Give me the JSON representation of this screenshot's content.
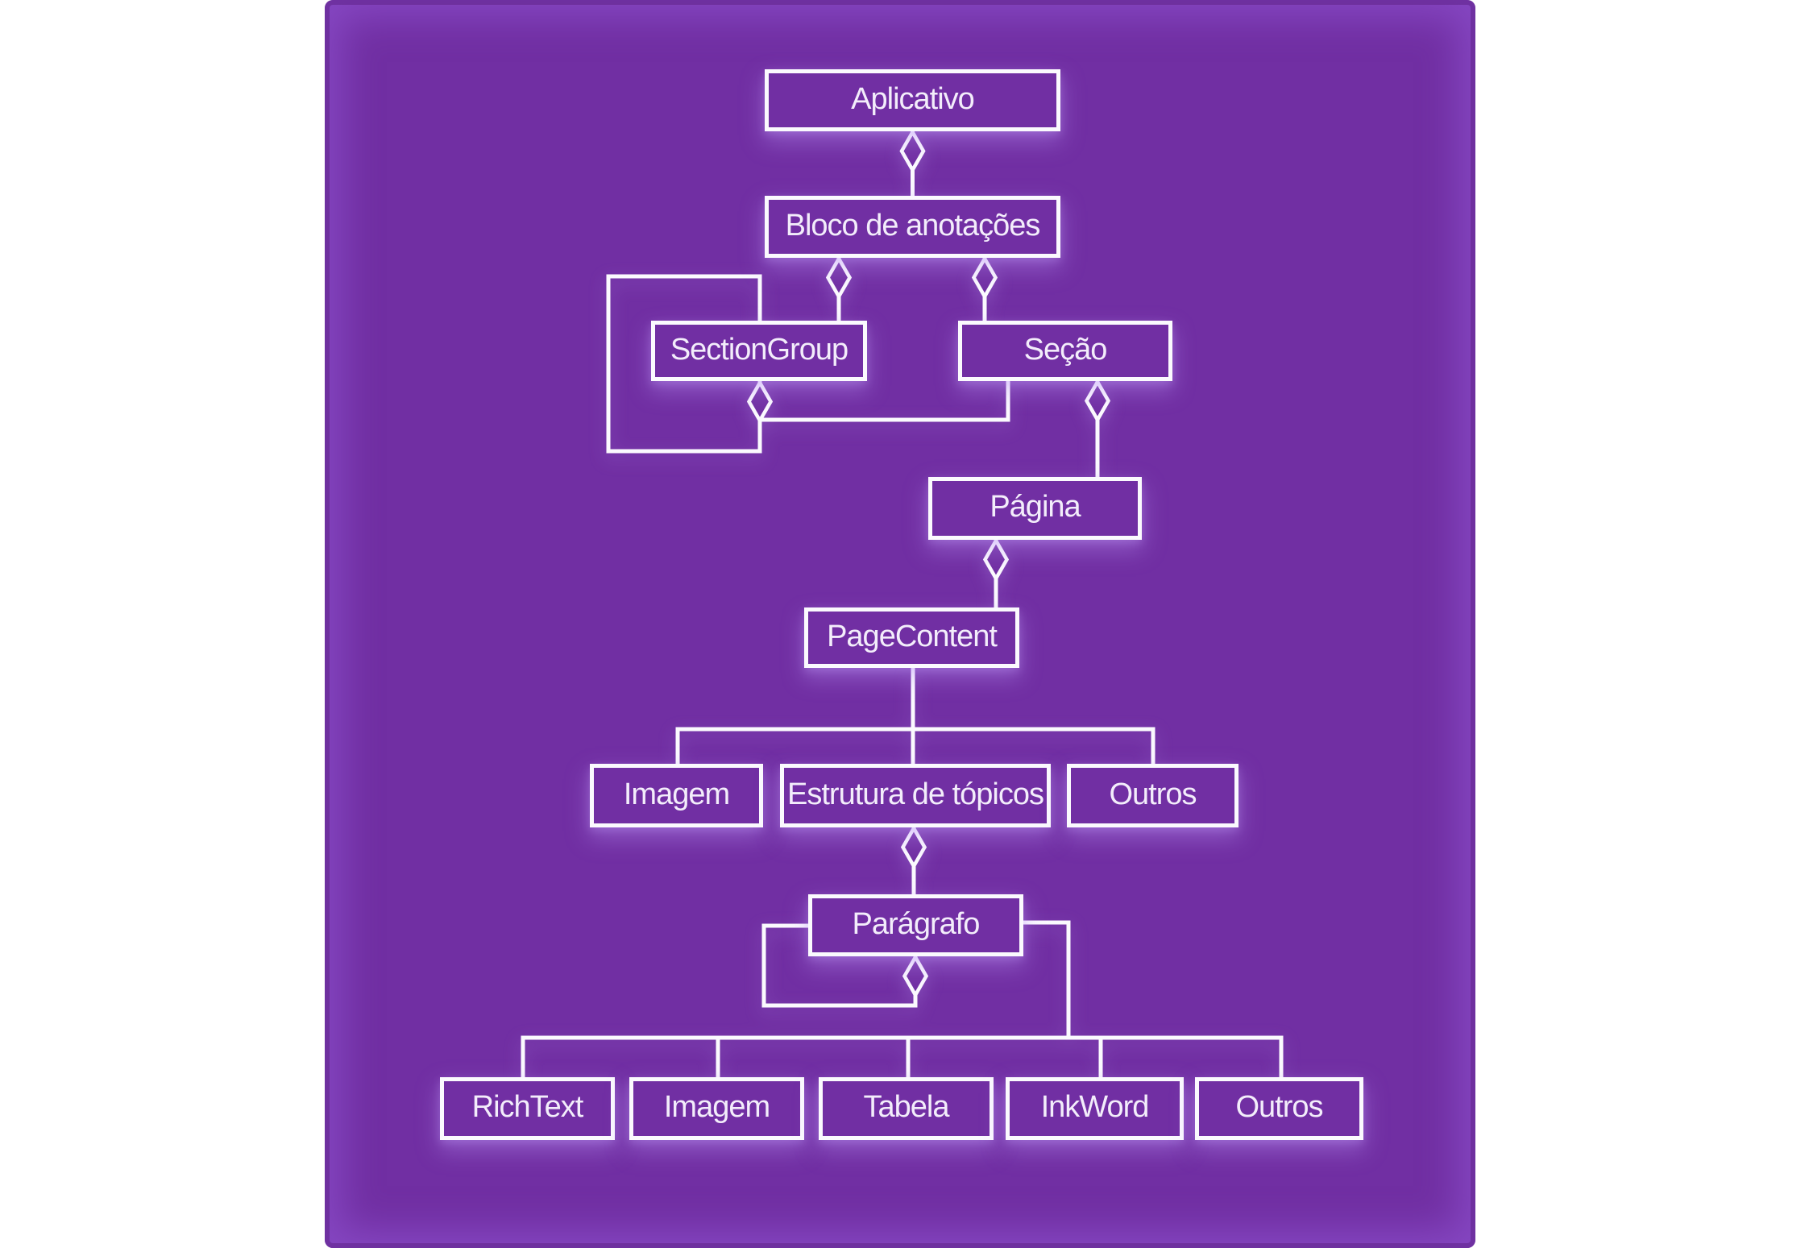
{
  "colors": {
    "page_bg": "#ffffff",
    "panel_bg": "#712fa3",
    "panel_edge": "#5e2389",
    "panel_glow": "#9a5ee0",
    "line": "#fbfafe",
    "text": "#f3edfb"
  },
  "diagram": {
    "nodes": {
      "aplicativo": "Aplicativo",
      "bloco_de_anotacoes": "Bloco de anotações",
      "sectiongroup": "SectionGroup",
      "secao": "Seção",
      "pagina": "Página",
      "pagecontent": "PageContent",
      "imagem_page": "Imagem",
      "estrutura_de_topicos": "Estrutura de tópicos",
      "outros_page": "Outros",
      "paragrafo": "Parágrafo",
      "richtext": "RichText",
      "imagem_paragrafo": "Imagem",
      "tabela": "Tabela",
      "inkword": "InkWord",
      "outros_paragrafo": "Outros"
    },
    "edges": [
      {
        "from": "Aplicativo",
        "to": "Bloco de anotações",
        "type": "aggregation"
      },
      {
        "from": "Bloco de anotações",
        "to": "SectionGroup",
        "type": "aggregation"
      },
      {
        "from": "Bloco de anotações",
        "to": "Seção",
        "type": "aggregation"
      },
      {
        "from": "SectionGroup",
        "to": "SectionGroup",
        "type": "aggregation-self"
      },
      {
        "from": "SectionGroup",
        "to": "Seção",
        "type": "aggregation"
      },
      {
        "from": "Seção",
        "to": "Página",
        "type": "aggregation"
      },
      {
        "from": "Página",
        "to": "PageContent",
        "type": "aggregation"
      },
      {
        "from": "PageContent",
        "to": "Imagem",
        "type": "branch"
      },
      {
        "from": "PageContent",
        "to": "Estrutura de tópicos",
        "type": "branch"
      },
      {
        "from": "PageContent",
        "to": "Outros",
        "type": "branch"
      },
      {
        "from": "Estrutura de tópicos",
        "to": "Parágrafo",
        "type": "aggregation"
      },
      {
        "from": "Parágrafo",
        "to": "Parágrafo",
        "type": "aggregation-self"
      },
      {
        "from": "Parágrafo",
        "to": "RichText",
        "type": "branch"
      },
      {
        "from": "Parágrafo",
        "to": "Imagem",
        "type": "branch"
      },
      {
        "from": "Parágrafo",
        "to": "Tabela",
        "type": "branch"
      },
      {
        "from": "Parágrafo",
        "to": "InkWord",
        "type": "branch"
      },
      {
        "from": "Parágrafo",
        "to": "Outros",
        "type": "branch"
      }
    ]
  }
}
